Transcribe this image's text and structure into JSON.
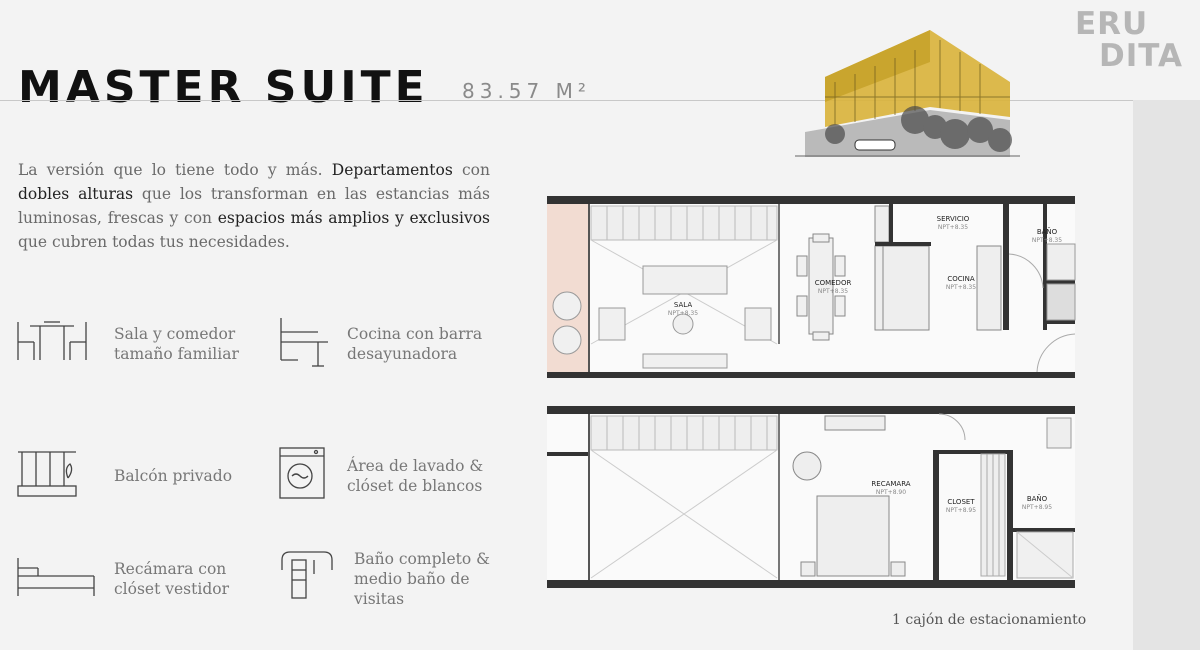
{
  "header": {
    "title": "MASTER SUITE",
    "area": "83.57 M²",
    "logo_line1": "ERU",
    "logo_line2": "DITA"
  },
  "intro": {
    "t1": "La versión que lo tiene todo y más. ",
    "b1": "Departamentos",
    "t2": " con ",
    "b2": "dobles alturas",
    "t3": " que los transforman en las estancias más luminosas, frescas y con ",
    "b3": "espacios más amplios y exclusivos",
    "t4": " que cubren todas tus necesidades."
  },
  "features": [
    {
      "icon": "dining-table-icon",
      "line1": "Sala y comedor",
      "line2": "tamaño familiar"
    },
    {
      "icon": "kitchen-bar-icon",
      "line1": "Cocina con barra",
      "line2": "desayunadora"
    },
    {
      "icon": "balcony-icon",
      "line1": "Balcón privado",
      "line2": ""
    },
    {
      "icon": "washing-machine-icon",
      "line1": "Área de lavado &",
      "line2": "clóset de blancos"
    },
    {
      "icon": "bed-icon",
      "line1": "Recámara con",
      "line2": "clóset vestidor"
    },
    {
      "icon": "bathroom-icon",
      "line1": "Baño completo &",
      "line2": "medio baño de",
      "line3": "visitas"
    }
  ],
  "plans": {
    "upper": {
      "sala": "SALA",
      "comedor": "COMEDOR",
      "servicio": "SERVICIO",
      "cocina": "COCINA",
      "bano": "BAÑO",
      "npt_sala": "NPT+8.35",
      "npt_comedor": "NPT+8.35",
      "npt_servicio": "NPT+8.35",
      "npt_cocina": "NPT+8.35",
      "npt_bano": "NPT+8.35"
    },
    "lower": {
      "recamara": "RECAMARA",
      "closet": "CLOSET",
      "bano": "BAÑO",
      "npt_recamara": "NPT+8.90",
      "npt_closet": "NPT+8.95",
      "npt_bano": "NPT+8.95"
    }
  },
  "parking_caption": "1 cajón de estacionamiento",
  "colors": {
    "accent": "#d9b33a",
    "balcony": "#f2dcd2"
  }
}
